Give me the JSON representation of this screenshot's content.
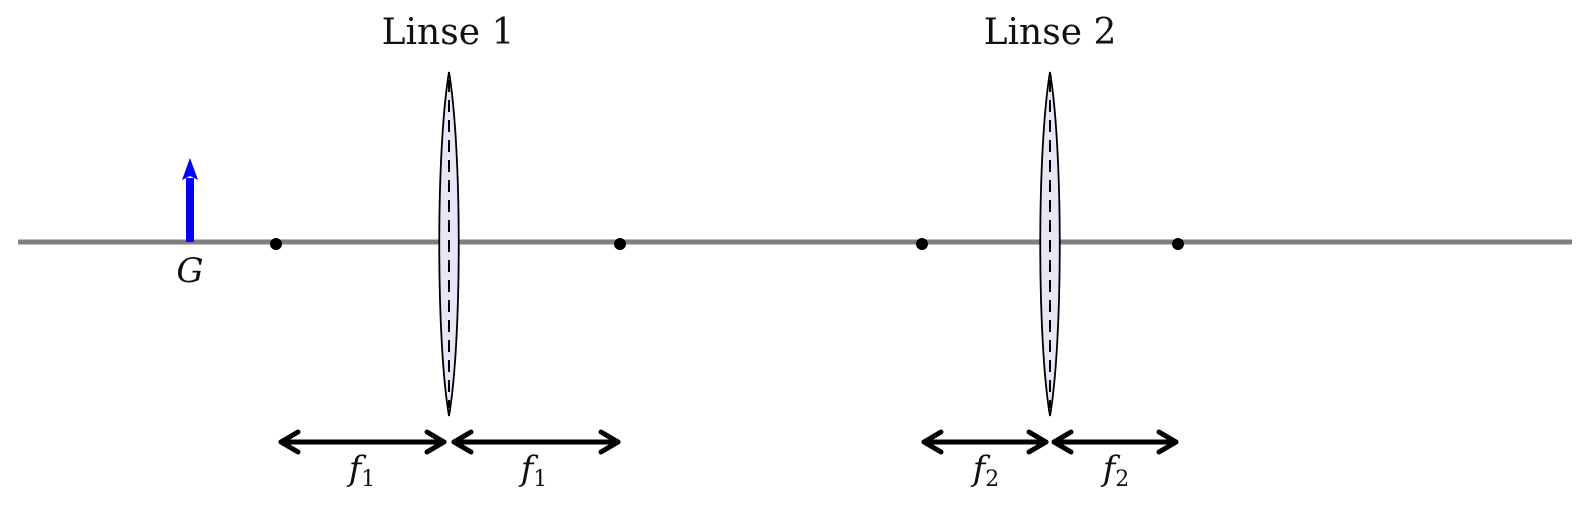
{
  "lenses": [
    {
      "title": "Linse 1",
      "focal_label": "f",
      "focal_subscript": "1"
    },
    {
      "title": "Linse 2",
      "focal_label": "f",
      "focal_subscript": "2"
    }
  ],
  "object": {
    "label": "G",
    "color": "#0000ff"
  },
  "colors": {
    "axis": "#7f7f7f",
    "lens_fill": "#e6e6f7",
    "lens_stroke": "#000000",
    "dimension": "#000000",
    "focal_point": "#000000"
  }
}
